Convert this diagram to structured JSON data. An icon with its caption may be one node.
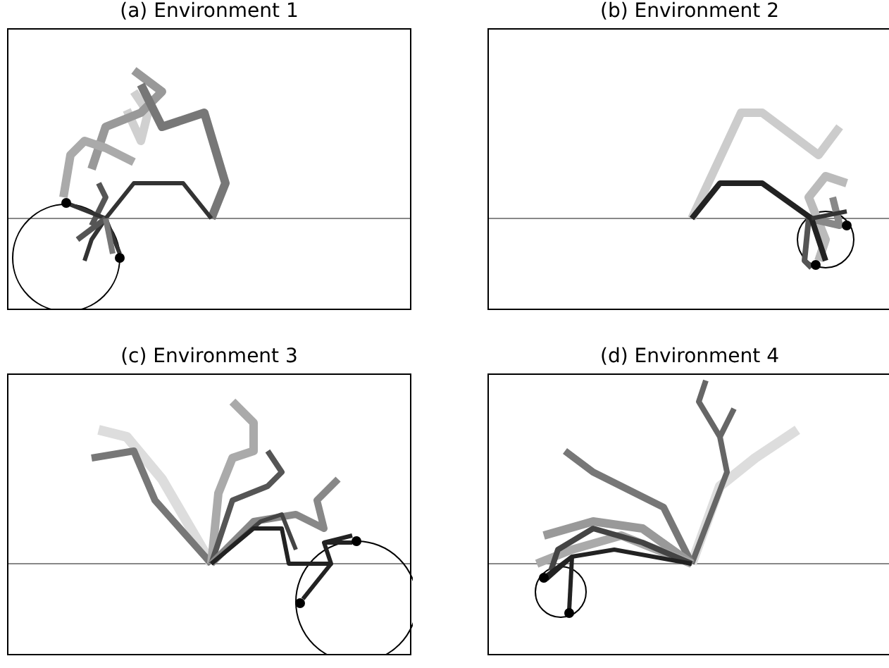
{
  "diagram": {
    "labels": [
      "(a) Environment 1",
      "(b) Environment 2",
      "(c) Environment 3",
      "(d) Environment 4"
    ]
  }
}
